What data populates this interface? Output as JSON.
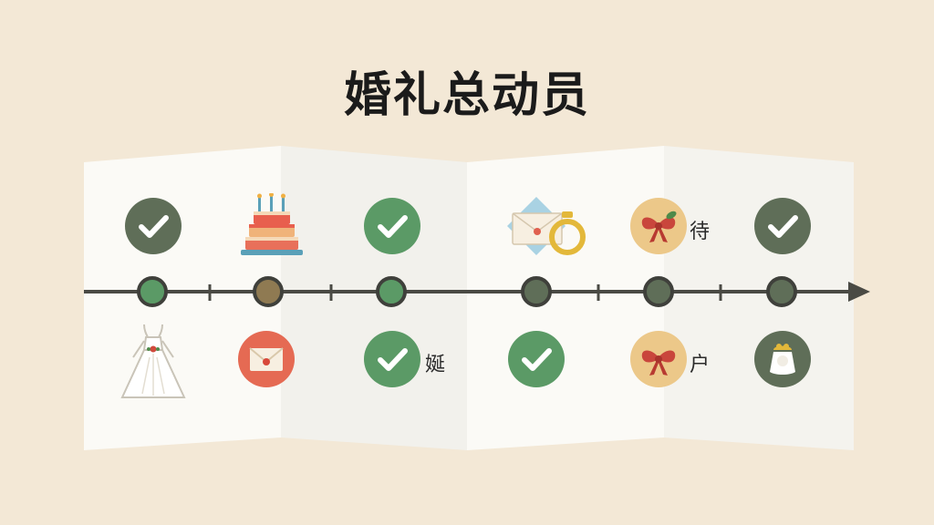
{
  "title": "婚礼总动员",
  "colors": {
    "background": "#f3e8d6",
    "panel": "#fbfaf6",
    "green": "#5b9a66",
    "olive": "#5f6e58",
    "brown": "#8f7a52",
    "red": "#e56a53",
    "gold": "#ecc889",
    "line": "#4a4a44"
  },
  "timeline": {
    "top_row": [
      {
        "icon": "check-icon",
        "style": "olive"
      },
      {
        "icon": "cake-icon"
      },
      {
        "icon": "check-icon",
        "style": "green"
      },
      {
        "icon": "envelope-ring-icon"
      },
      {
        "icon": "bow-icon",
        "label": "待"
      },
      {
        "icon": "check-icon",
        "style": "olive"
      }
    ],
    "bottom_row": [
      {
        "icon": "wedding-dress-icon"
      },
      {
        "icon": "envelope-icon"
      },
      {
        "icon": "check-icon",
        "style": "green",
        "label": "娫"
      },
      {
        "icon": "check-icon",
        "style": "green"
      },
      {
        "icon": "bow-icon",
        "label": "户"
      },
      {
        "icon": "veil-icon"
      }
    ],
    "nodes": [
      "green",
      "brown",
      "green",
      "olive",
      "olive",
      "olive"
    ]
  }
}
